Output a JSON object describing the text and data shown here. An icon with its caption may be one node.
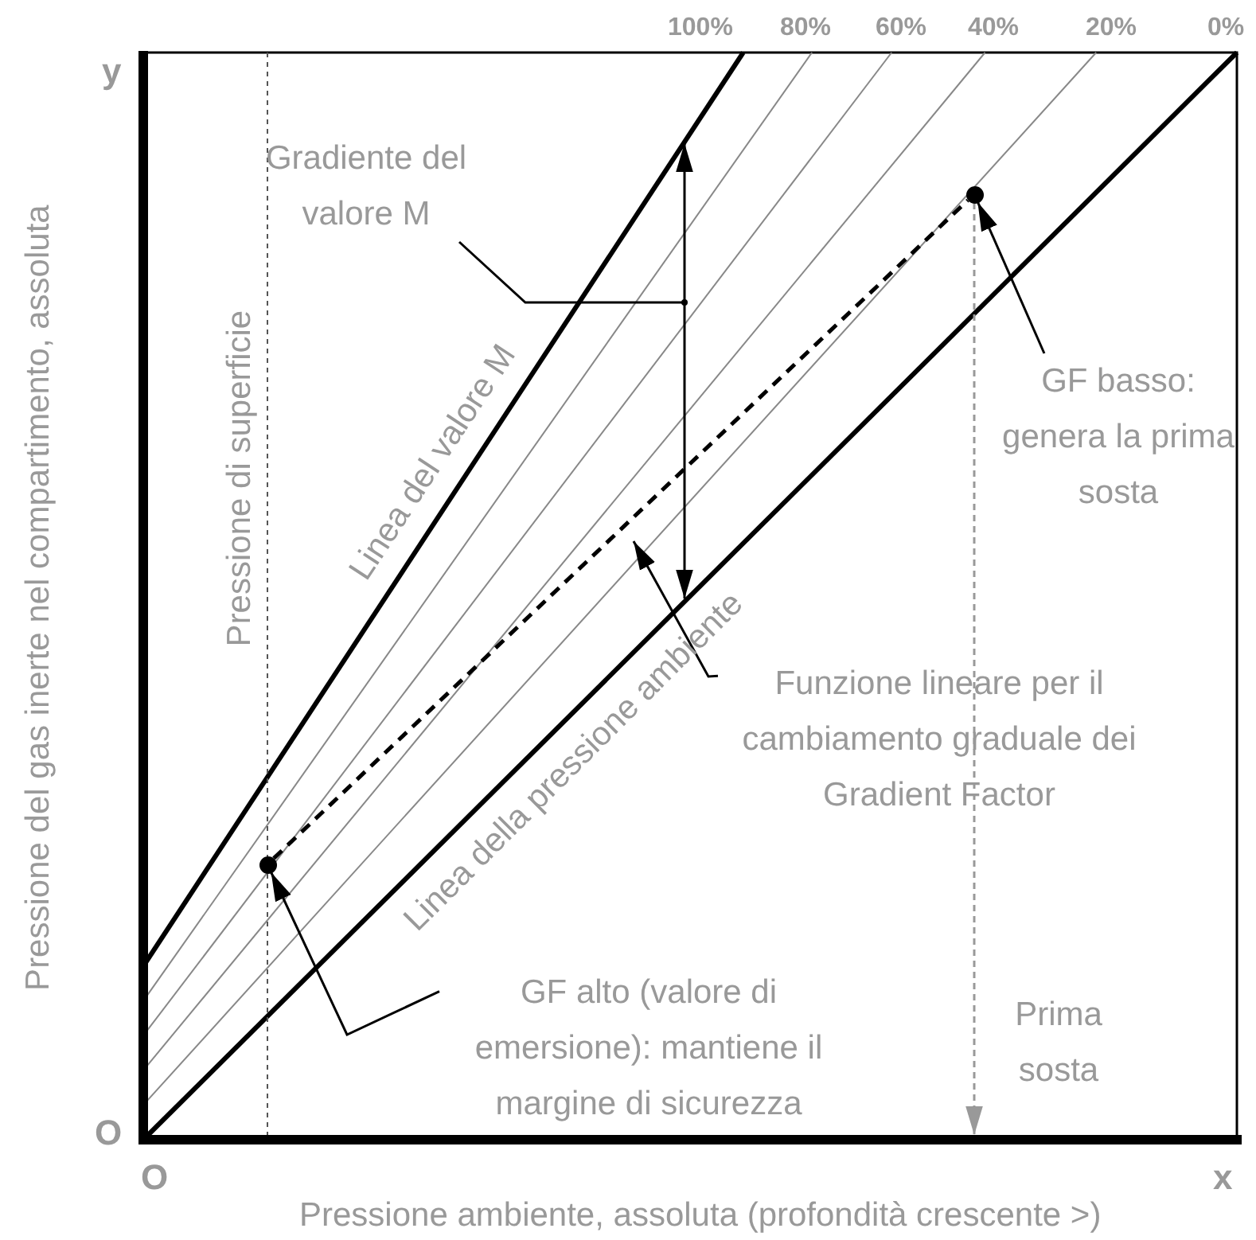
{
  "diagram": {
    "nodes": [
      {
        "text": [
          "Gradiente del valore M"
        ]
      },
      {
        "text": [
          "Funzione lineare per il cambiamento graduale dei Gradient Factor"
        ]
      },
      {
        "text": [
          "GF basso: genera la prima sosta"
        ]
      },
      {
        "text": [],
        "shape": "circle"
      },
      {
        "text": [
          "GF alto (valore di emersione): mantiene il margine di sicurezza"
        ]
      },
      {
        "text": [],
        "shape": "circle"
      }
    ],
    "edges": [
      {
        "from": 0,
        "to": null,
        "arrow": "other"
      },
      {
        "from": 1,
        "to": null,
        "arrow": "to"
      },
      {
        "from": 2,
        "to": 3,
        "arrow": "to"
      },
      {
        "from": 4,
        "to": 5,
        "arrow": "to"
      },
      {
        "from": 5,
        "to": 3,
        "arrow": "none",
        "style": "dashed"
      },
      {
        "from": 3,
        "to": null,
        "arrow": "to",
        "style": "dashed",
        "color": "#999999"
      }
    ],
    "labels": [
      "100%",
      "80%",
      "60%",
      "40%",
      "20%",
      "0%",
      "y",
      "Pressione del gas inerte nel compartimento, assoluta",
      "Pressione di superficie",
      "Linea del valore M",
      "Linea della pressione ambiente",
      "Prima sosta",
      "O",
      "O",
      "x",
      "Pressione ambiente, assoluta (profondità crescente >)"
    ]
  }
}
